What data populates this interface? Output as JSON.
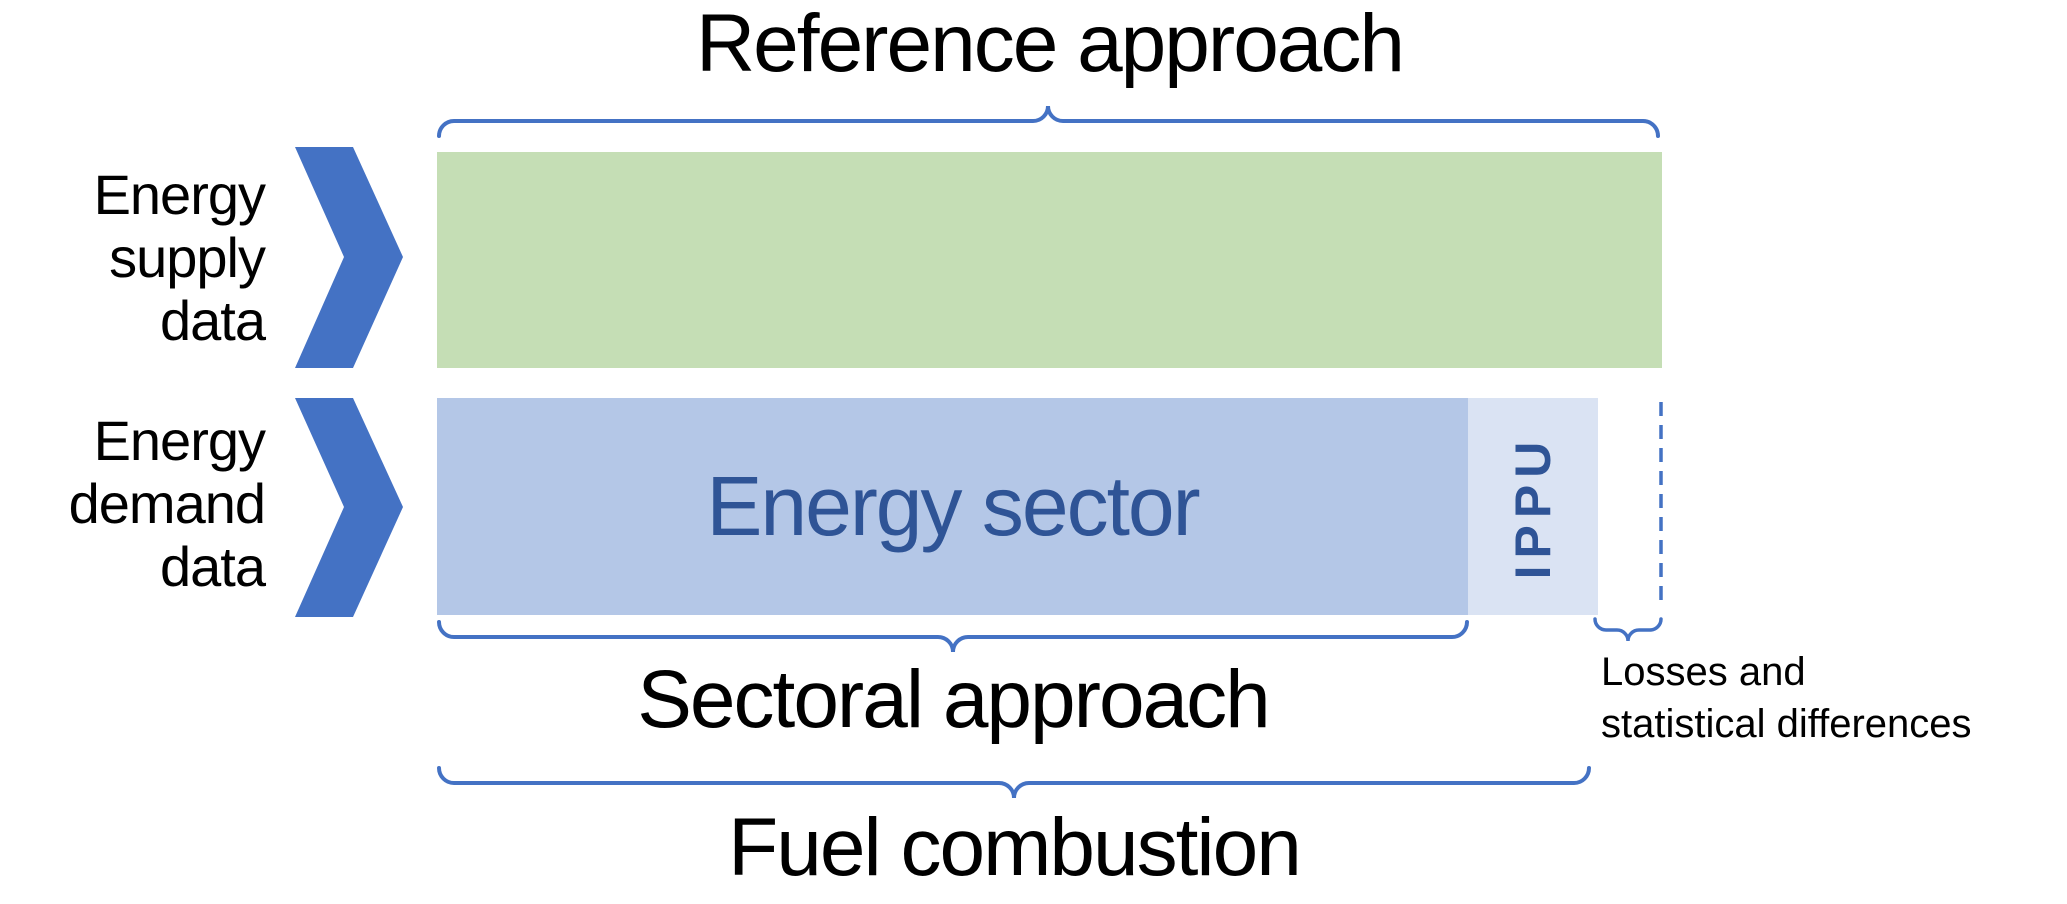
{
  "title": "Reference approach",
  "left_labels": {
    "supply": {
      "line1": "Energy",
      "line2": "supply",
      "line3": "data"
    },
    "demand": {
      "line1": "Energy",
      "line2": "demand",
      "line3": "data"
    }
  },
  "bars": {
    "energy_sector_label": "Energy sector",
    "ippu_label": "IPPU"
  },
  "annotations": {
    "sectoral_approach": "Sectoral approach",
    "fuel_combustion": "Fuel combustion",
    "losses_line1": "Losses and",
    "losses_line2": "statistical differences"
  },
  "colors": {
    "accent_blue": "#4472C4",
    "dark_blue_text": "#2F5496",
    "supply_green": "#C5DEB5",
    "demand_blue": "#B4C7E7",
    "ippu_pale_blue": "#DAE3F3",
    "text_black": "#000000"
  }
}
